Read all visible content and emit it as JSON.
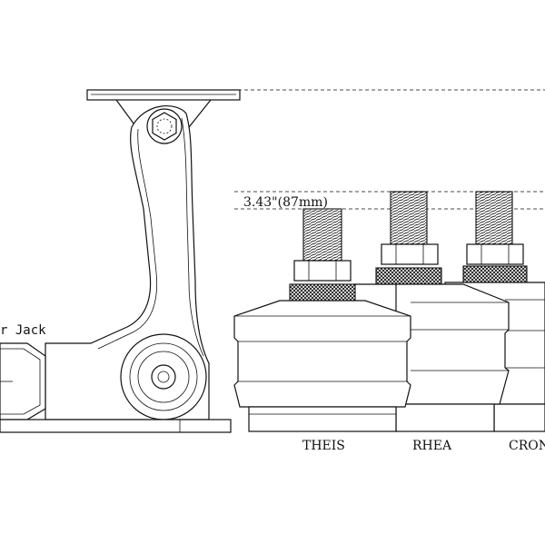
{
  "labels": {
    "jack": "r  Jack",
    "dimension": "3.43\"(87mm)",
    "models": [
      "THEIS",
      "RHEA",
      "CRON"
    ]
  },
  "colors": {
    "line": "#111111",
    "background": "#ffffff"
  }
}
